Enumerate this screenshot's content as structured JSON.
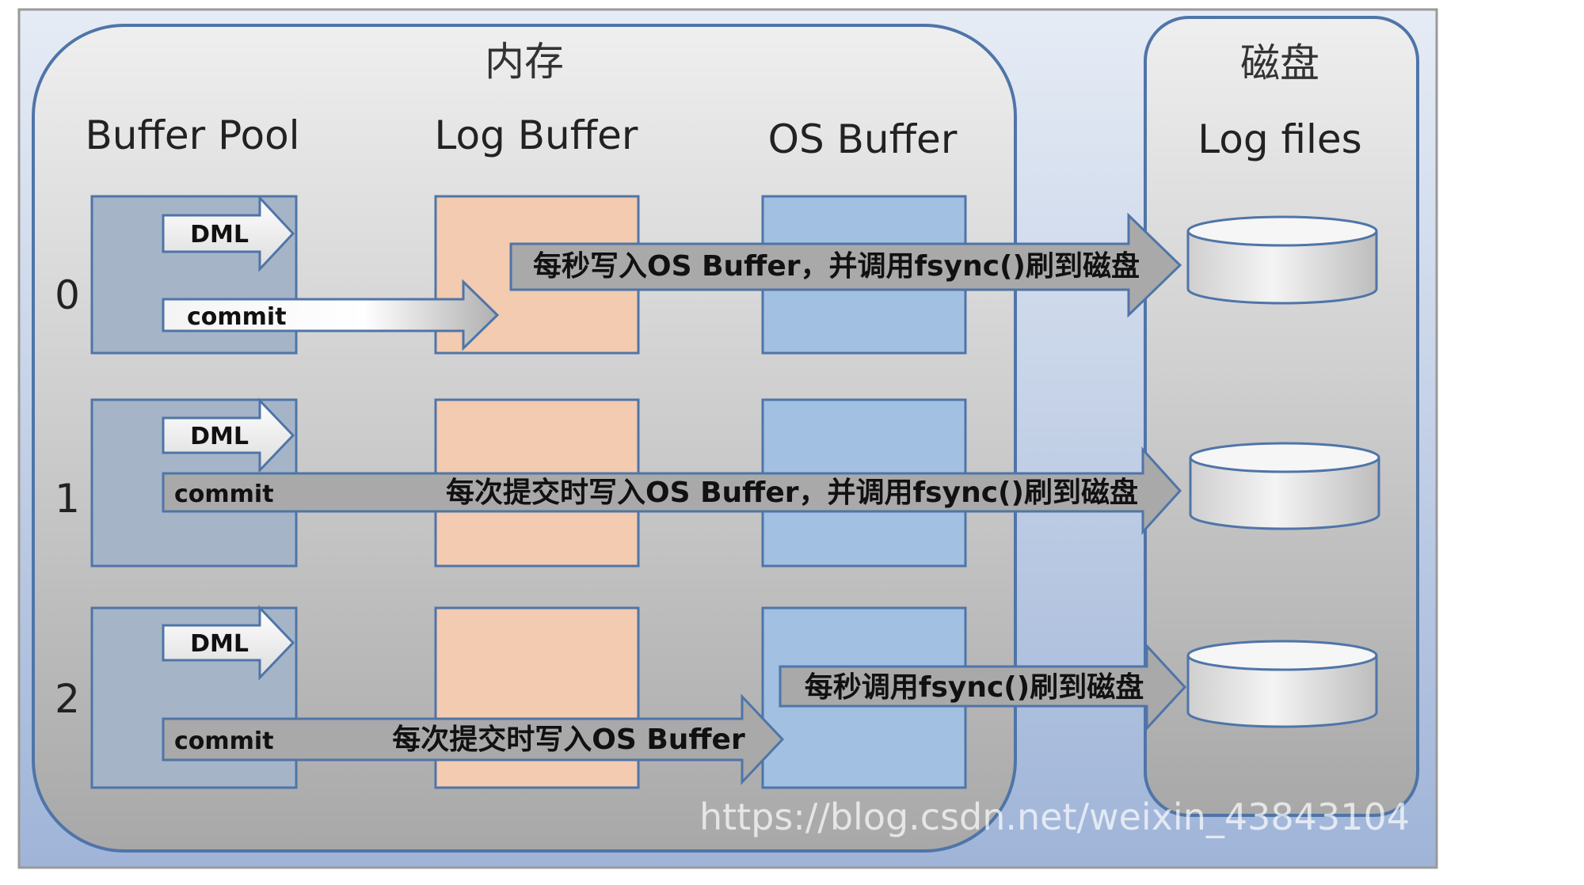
{
  "memory_label": "内存",
  "disk_label": "磁盘",
  "columns": {
    "buffer_pool": "Buffer Pool",
    "log_buffer": "Log Buffer",
    "os_buffer": "OS Buffer",
    "log_files": "Log files"
  },
  "rows": [
    {
      "id": "0",
      "dml": "DML",
      "commit": "commit",
      "flush_text": "每秒写入OS Buffer，并调用fsync()刷到磁盘"
    },
    {
      "id": "1",
      "dml": "DML",
      "commit": "commit",
      "flush_text": "每次提交时写入OS Buffer，并调用fsync()刷到磁盘"
    },
    {
      "id": "2",
      "dml": "DML",
      "commit": "commit",
      "commit_text": "每次提交时写入OS Buffer",
      "flush_text": "每秒调用fsync()刷到磁盘"
    }
  ],
  "watermark": "https://blog.csdn.net/weixin_43843104",
  "colors": {
    "outer_bg": "#b7c8e4",
    "panel": "#c9c9c9",
    "panel_border": "#4f75a8",
    "buffer_pool_box": "#a6b4c8",
    "log_buffer_box": "#f2cbb0",
    "os_buffer_box": "#a2c0e2",
    "arrow_fill": "#a9a9a9"
  }
}
